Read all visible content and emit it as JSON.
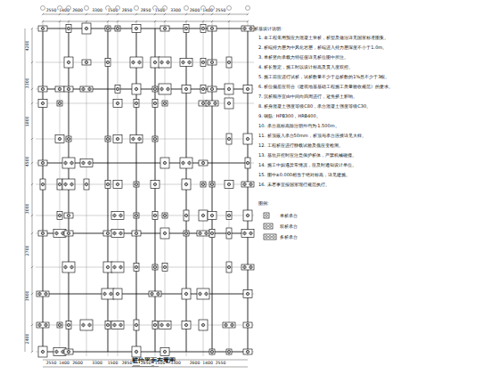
{
  "diagram": {
    "title": "桩位平面布置图",
    "labels": [
      "桩基设计说明:",
      "1. 本工程采用预应力混凝土管桩，桩型及做法详见国家标准图集。",
      "2. 桩端持力层为中风化岩层，桩端进入持力层深度不小于1.0m。",
      "3. 单桩竖向承载力特征值详见桩位图中所注。",
      "4. 桩长暂定，施工时以设计标高及贯入度双控。",
      "5. 施工前应进行试桩，试桩数量不少于总桩数的1%且不少于3根。",
      "6. 桩位偏差应符合《建筑地基基础工程施工质量验收规范》的要求。",
      "7. 沉桩顺序宜由中间向四周进行，避免挤土影响。",
      "8. 桩身混凝土强度等级C80，承台混凝土强度等级C30。",
      "9. 钢筋: HPB300，HRB400。",
      "10. 承台底标高除注明外均为-1.500m。",
      "11. 桩顶嵌入承台50mm，桩顶与承台连接详见大样。",
      "12. 工程桩应进行静载试验及低应变检测。",
      "13. 基坑开挖时应注意保护桩体，严禁机械碰撞。",
      "14. 施工中如遇异常情况，应及时通知设计单位。",
      "15. 图中±0.000相当于绝对标高，详见建施。",
      "16. 未尽事宜按国家现行规范执行。",
      "图例:",
      "2550",
      "1400",
      "2600",
      "3300",
      "1500",
      "2850",
      "2850",
      "1500",
      "3300",
      "2600",
      "1400",
      "2550",
      "2550",
      "1400",
      "2600",
      "3300",
      "1500",
      "2850",
      "2850",
      "1500",
      "3300",
      "2600",
      "1400",
      "2550",
      "4200",
      "3300",
      "1800",
      "4500",
      "3000",
      "2700",
      "3900",
      "2400"
    ],
    "legend": [
      {
        "text": "单桩承台"
      },
      {
        "text": "双桩承台"
      },
      {
        "text": "多桩承台"
      }
    ]
  }
}
